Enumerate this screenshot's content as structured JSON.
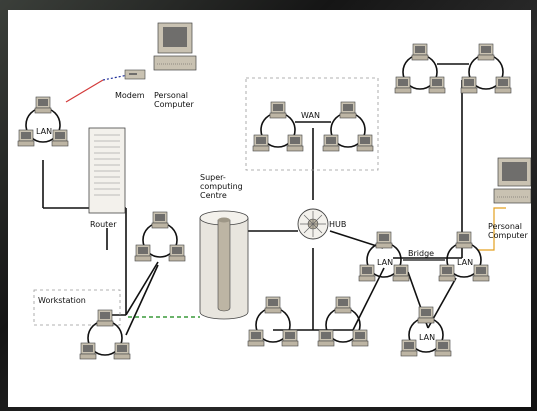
{
  "labels": {
    "lan_top_left": "LAN",
    "modem": "Modem",
    "personal_computer_top": "Personal\nComputer",
    "router": "Router",
    "supercomputing": "Super-\ncomputing\nCentre",
    "wan": "WAN",
    "hub": "HUB",
    "bridge": "Bridge",
    "lan_right_1": "LAN",
    "lan_right_2": "LAN",
    "lan_bottom_right": "LAN",
    "personal_computer_right": "Personal\nComputer",
    "workstation": "Workstation"
  },
  "colors": {
    "modem_link": "#d33a3a",
    "workstation_link": "#3a9a3a",
    "pc_right_link": "#e3a020",
    "computer_body": "#c9c2b2",
    "computer_screen": "#6f6e6c",
    "line": "#111111"
  }
}
